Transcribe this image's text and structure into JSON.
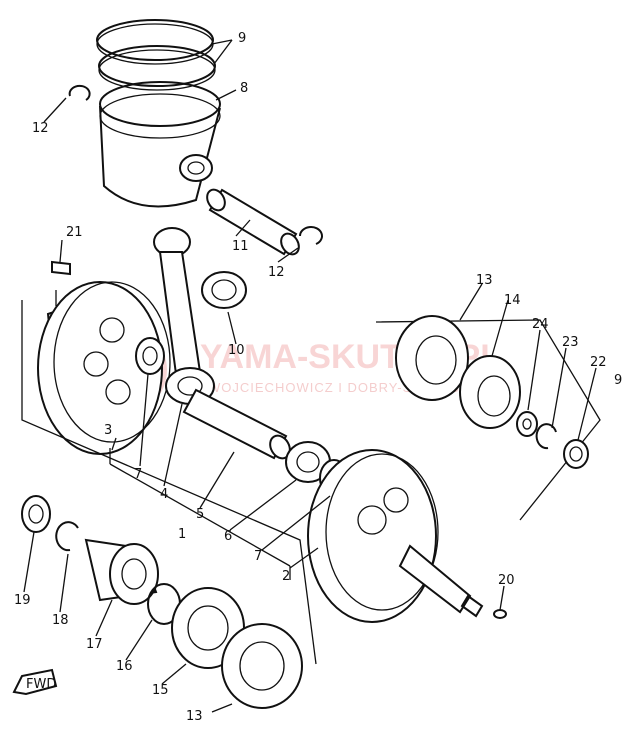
{
  "diagram": {
    "labels": {
      "l9a": "9",
      "l8": "8",
      "l12a": "12",
      "l11": "11",
      "l12b": "12",
      "l21": "21",
      "l13a": "13",
      "l14": "14",
      "l24": "24",
      "l23": "23",
      "l22": "22",
      "l9b": "9",
      "l10": "10",
      "l3": "3",
      "l7a": "7",
      "l4": "4",
      "l5": "5",
      "l1": "1",
      "l6": "6",
      "l7b": "7",
      "l2": "2",
      "l20": "20",
      "l19": "19",
      "l18": "18",
      "l17": "17",
      "l16": "16",
      "l15": "15",
      "l13b": "13"
    },
    "fwd_marker": "FWD"
  },
  "watermark": {
    "brand": "YAMA-SKUTER.PL",
    "subtext": "WOJCIECHOWICZ  I  DOBRY-SERWIS-NA"
  },
  "colors": {
    "ink": "#111111",
    "watermark": "#f3b3b3"
  }
}
